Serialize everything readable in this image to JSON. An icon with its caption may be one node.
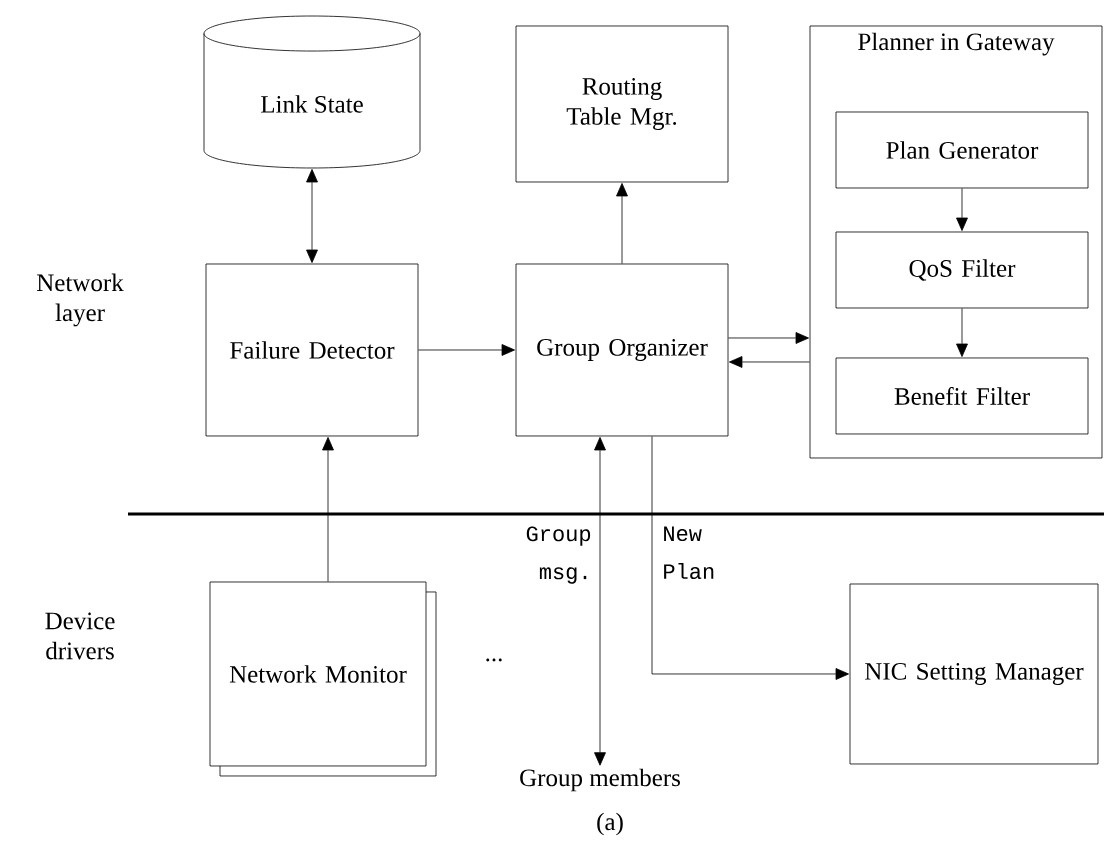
{
  "diagram": {
    "caption": "(a)",
    "nodes": [
      {
        "text": [
          "Link State"
        ]
      },
      {
        "text": [
          "Routing Table Mgr."
        ]
      },
      {
        "text": [
          "Planner in Gateway"
        ]
      },
      {
        "text": [
          "Plan Generator"
        ],
        "in": 2
      },
      {
        "text": [
          "QoS Filter"
        ],
        "in": 2
      },
      {
        "text": [
          "Benefit Filter"
        ],
        "in": 2
      },
      {
        "text": [
          "Failure Detector"
        ]
      },
      {
        "text": [
          "Group Organizer"
        ]
      },
      {
        "text": [
          "Network Monitor"
        ]
      },
      {
        "text": [
          "Group members"
        ]
      },
      {
        "text": [
          "NIC Setting Manager"
        ]
      }
    ],
    "edges": [
      {
        "from": 0,
        "to": 6,
        "arrow": "both"
      },
      {
        "from": 6,
        "to": 7,
        "arrow": "to"
      },
      {
        "from": 7,
        "to": 1,
        "arrow": "to"
      },
      {
        "from": 7,
        "to": 2,
        "arrow": "to"
      },
      {
        "from": 2,
        "to": 7,
        "arrow": "to"
      },
      {
        "from": 3,
        "to": 4,
        "arrow": "to"
      },
      {
        "from": 4,
        "to": 5,
        "arrow": "to"
      },
      {
        "from": 8,
        "to": 6,
        "arrow": "to"
      },
      {
        "from": 7,
        "to": 9,
        "arrow": "both",
        "label": "Group msg."
      },
      {
        "from": 7,
        "to": 10,
        "arrow": "to",
        "label": "New Plan"
      }
    ],
    "labels": [
      "Network layer",
      "Device drivers",
      "..."
    ]
  }
}
